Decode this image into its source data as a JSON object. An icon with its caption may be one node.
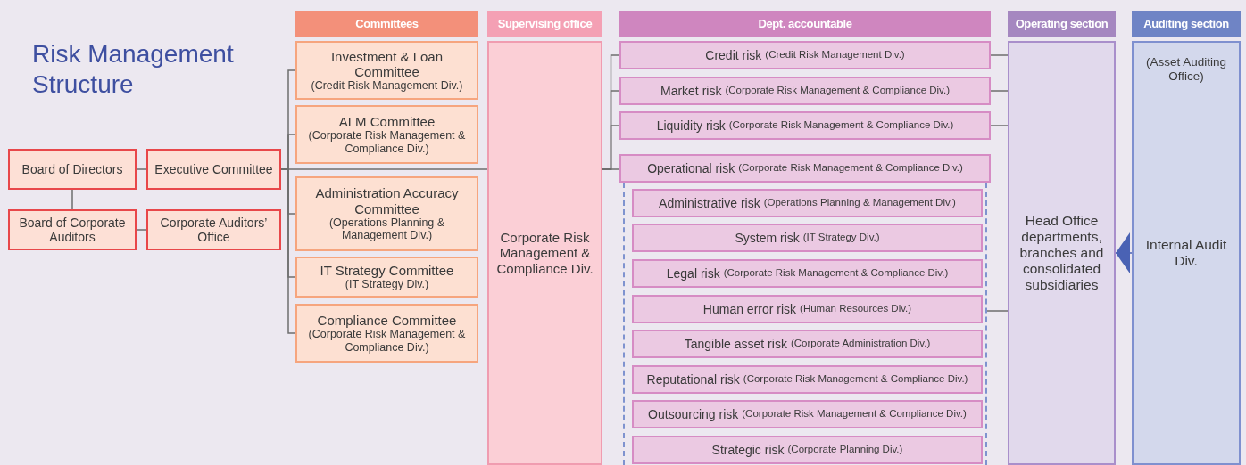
{
  "diagram": {
    "title": "Risk Management Structure",
    "nodes": [
      {
        "text": [
          "Board of Directors"
        ]
      },
      {
        "text": [
          "Board of Corporate Auditors"
        ]
      },
      {
        "text": [
          "Executive Committee"
        ]
      },
      {
        "text": [
          "Corporate Auditors’ Office"
        ]
      },
      {
        "text": [
          "Committees"
        ]
      },
      {
        "text": [
          "Investment & Loan Committee",
          "(Credit Risk Management Div.)"
        ]
      },
      {
        "text": [
          "ALM Committee",
          "(Corporate Risk Management & Compliance Div.)"
        ]
      },
      {
        "text": [
          "Administration Accuracy Committee",
          "(Operations Planning & Management Div.)"
        ]
      },
      {
        "text": [
          "IT Strategy Committee",
          "(IT Strategy Div.)"
        ]
      },
      {
        "text": [
          "Compliance Committee",
          "(Corporate Risk Management & Compliance Div.)"
        ]
      },
      {
        "text": [
          "Supervising office"
        ]
      },
      {
        "text": [
          "Corporate Risk Management & Compliance Div."
        ]
      },
      {
        "text": [
          "Dept. accountable"
        ]
      },
      {
        "text": [
          "Credit risk",
          "(Credit Risk Management Div.)"
        ]
      },
      {
        "text": [
          "Market risk",
          "(Corporate Risk Management & Compliance Div.)"
        ]
      },
      {
        "text": [
          "Liquidity risk",
          "(Corporate Risk Management & Compliance Div.)"
        ]
      },
      {
        "text": [
          "Operational risk",
          "(Corporate Risk Management & Compliance Div.)"
        ]
      },
      {
        "text": [],
        "shape": "box"
      },
      {
        "text": [
          "Administrative risk",
          "(Operations Planning & Management Div.)"
        ],
        "in": 17
      },
      {
        "text": [
          "System risk",
          "(IT Strategy Div.)"
        ],
        "in": 17
      },
      {
        "text": [
          "Legal risk",
          "(Corporate Risk Management & Compliance Div.)"
        ],
        "in": 17
      },
      {
        "text": [
          "Human error risk",
          "(Human Resources Div.)"
        ],
        "in": 17
      },
      {
        "text": [
          "Tangible asset risk",
          "(Corporate Administration Div.)"
        ],
        "in": 17
      },
      {
        "text": [
          "Reputational risk",
          "(Corporate Risk Management & Compliance Div.)"
        ],
        "in": 17
      },
      {
        "text": [
          "Outsourcing risk",
          "(Corporate Risk Management & Compliance Div.)"
        ],
        "in": 17
      },
      {
        "text": [
          "Strategic risk",
          "(Corporate Planning Div.)"
        ],
        "in": 17
      },
      {
        "text": [
          "Operating section"
        ]
      },
      {
        "text": [
          "Head Office departments, branches and consolidated subsidiaries"
        ]
      },
      {
        "text": [
          "Auditing section"
        ]
      },
      {
        "text": [
          "(Asset Auditing Office)",
          "Internal Audit Div."
        ]
      }
    ],
    "edges": [
      {
        "from": 0,
        "to": 1,
        "arrow": "none"
      },
      {
        "from": 0,
        "to": 2,
        "arrow": "none"
      },
      {
        "from": 1,
        "to": 3,
        "arrow": "none"
      },
      {
        "from": 2,
        "to": 5,
        "arrow": "none"
      },
      {
        "from": 2,
        "to": 6,
        "arrow": "none"
      },
      {
        "from": 2,
        "to": 7,
        "arrow": "none"
      },
      {
        "from": 2,
        "to": 8,
        "arrow": "none"
      },
      {
        "from": 2,
        "to": 9,
        "arrow": "none"
      },
      {
        "from": 2,
        "to": 11,
        "arrow": "none"
      },
      {
        "from": 11,
        "to": 13,
        "arrow": "none"
      },
      {
        "from": 11,
        "to": 14,
        "arrow": "none"
      },
      {
        "from": 11,
        "to": 15,
        "arrow": "none"
      },
      {
        "from": 11,
        "to": 16,
        "arrow": "none"
      },
      {
        "from": 13,
        "to": 27,
        "arrow": "none"
      },
      {
        "from": 14,
        "to": 27,
        "arrow": "none"
      },
      {
        "from": 15,
        "to": 27,
        "arrow": "none"
      },
      {
        "from": 17,
        "to": 27,
        "arrow": "none"
      },
      {
        "from": 29,
        "to": 27,
        "arrow": "to",
        "color": "#4a62b4"
      }
    ]
  }
}
